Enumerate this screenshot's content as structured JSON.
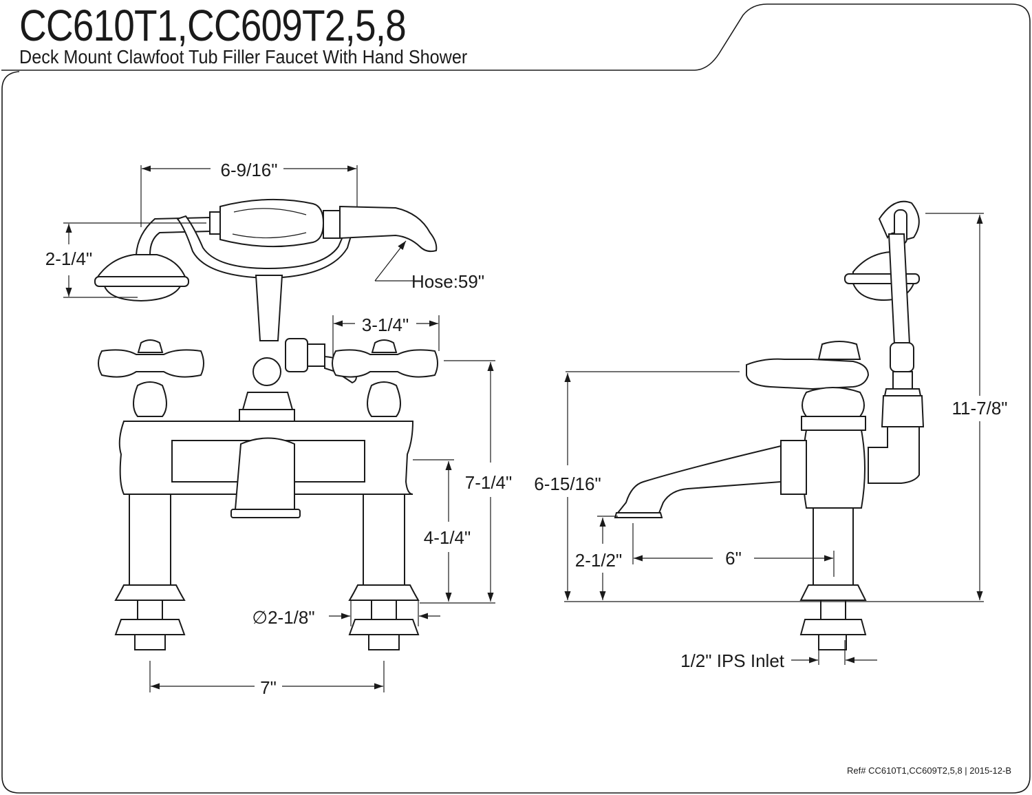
{
  "header": {
    "title": "CC610T1,CC609T2,5,8",
    "subtitle": "Deck Mount Clawfoot Tub Filler Faucet With Hand Shower"
  },
  "front_view": {
    "dim_handshower_width": "6-9/16\"",
    "dim_handshower_height": "2-1/4\"",
    "hose_label": "Hose:59\"",
    "dim_handle_spread": "3-1/4\"",
    "dim_overall_height": "7-1/4\"",
    "dim_spout_height": "4-1/4\"",
    "dim_shank_diameter": "∅2-1/8\"",
    "dim_centers": "7\""
  },
  "side_view": {
    "dim_handle_height": "6-15/16\"",
    "dim_spout_clearance": "2-1/2\"",
    "dim_spout_reach": "6\"",
    "dim_total_height": "11-7/8\"",
    "inlet_label": "1/2\" IPS Inlet"
  },
  "footer": {
    "ref": "Ref# CC610T1,CC609T2,5,8 | 2015-12-B"
  }
}
